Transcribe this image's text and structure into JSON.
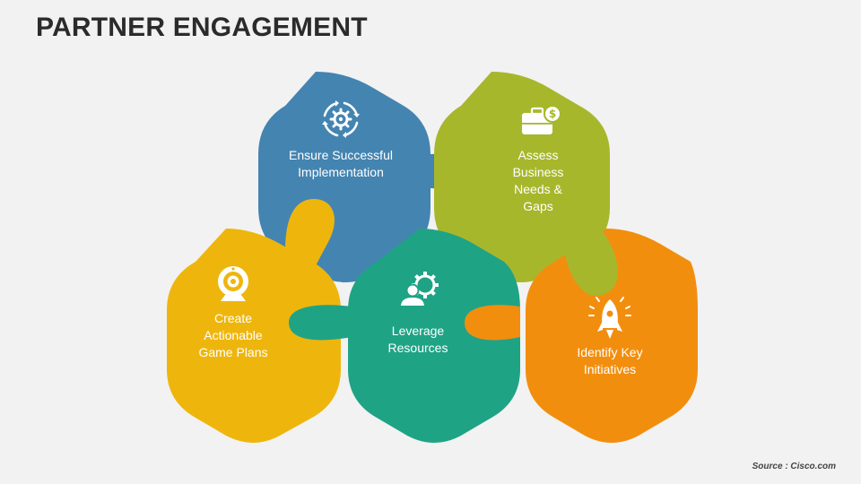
{
  "title": "PARTNER ENGAGEMENT",
  "source": "Source : Cisco.com",
  "colors": {
    "blue": "#4484b1",
    "green": "#a7b72c",
    "yellow": "#eeb60d",
    "teal": "#1fa385",
    "orange": "#f28e0e",
    "background": "#f2f2f2"
  },
  "pieces": [
    {
      "id": "blue",
      "label": "Ensure Successful\nImplementation",
      "icon": "gear-cycle-icon",
      "color": "#4484b1"
    },
    {
      "id": "green",
      "label": "Assess\nBusiness\nNeeds &\nGaps",
      "icon": "briefcase-dollar-icon",
      "color": "#a7b72c"
    },
    {
      "id": "yellow",
      "label": "Create\nActionable\nGame Plans",
      "icon": "webcam-icon",
      "color": "#eeb60d"
    },
    {
      "id": "teal",
      "label": "Leverage\nResources",
      "icon": "person-gear-icon",
      "color": "#1fa385"
    },
    {
      "id": "orange",
      "label": "Identify Key\nInitiatives",
      "icon": "rocket-icon",
      "color": "#f28e0e"
    }
  ]
}
